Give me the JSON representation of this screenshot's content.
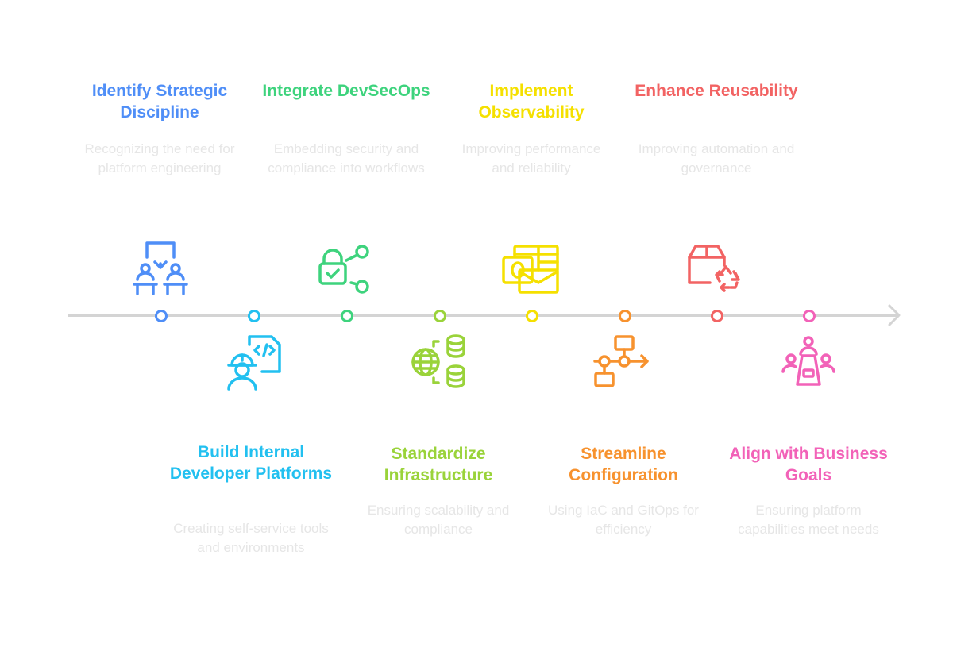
{
  "steps": [
    {
      "title": "Identify Strategic Discipline",
      "desc": "Recognizing the need for platform engineering",
      "color": "#4f8ef7",
      "icon": "presentation-meeting-icon",
      "position": "above"
    },
    {
      "title": "Build Internal Developer Platforms",
      "desc": "Creating self-service tools and environments",
      "color": "#22c0f0",
      "icon": "developer-code-icon",
      "position": "below"
    },
    {
      "title": "Integrate DevSecOps",
      "desc": "Embedding security and compliance into workflows",
      "color": "#3ed37d",
      "icon": "lock-share-icon",
      "position": "above"
    },
    {
      "title": "Standardize Infrastructure",
      "desc": "Ensuring scalability and compliance",
      "color": "#9ad33a",
      "icon": "globe-database-icon",
      "position": "below"
    },
    {
      "title": "Implement Observability",
      "desc": "Improving performance and reliability",
      "color": "#f5e000",
      "icon": "outlook-mail-icon",
      "position": "above"
    },
    {
      "title": "Streamline Configuration",
      "desc": "Using IaC and GitOps for efficiency",
      "color": "#f7922e",
      "icon": "workflow-arrow-icon",
      "position": "below"
    },
    {
      "title": "Enhance Reusability",
      "desc": "Improving automation and governance",
      "color": "#f26363",
      "icon": "box-recycle-icon",
      "position": "above"
    },
    {
      "title": "Align with Business Goals",
      "desc": "Ensuring platform capabilities meet needs",
      "color": "#f262b8",
      "icon": "meeting-table-icon",
      "position": "below"
    }
  ],
  "colors": {
    "axis": "#d4d4d4",
    "description_text": "#e6e6e6"
  }
}
